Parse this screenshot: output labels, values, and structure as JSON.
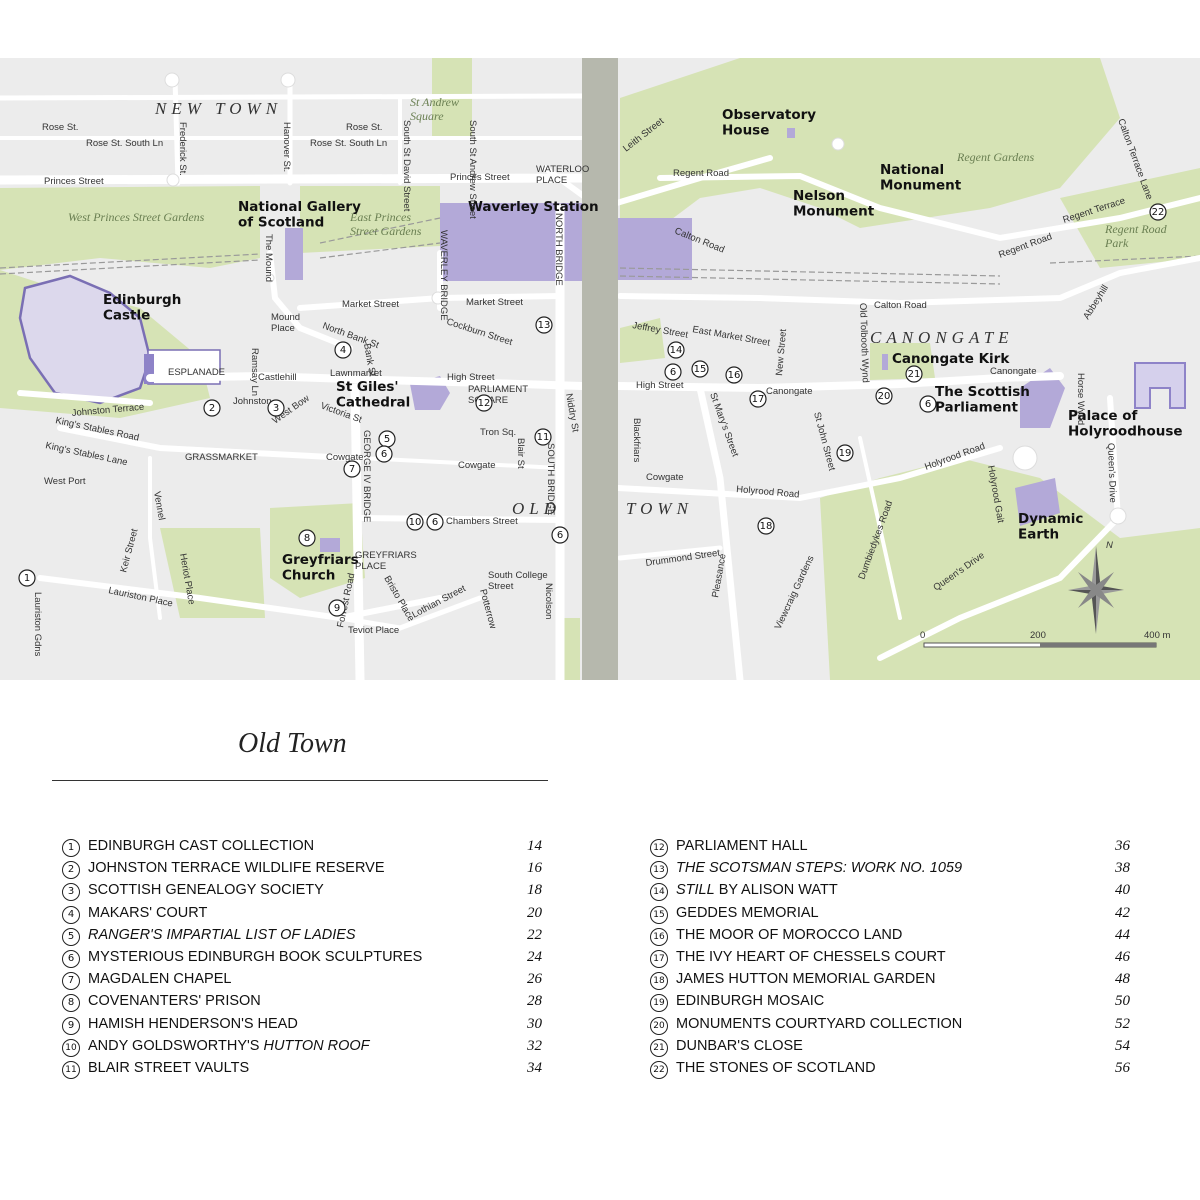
{
  "map": {
    "districts": [
      "NEW TOWN",
      "CANONGATE",
      "OLD",
      "TOWN"
    ],
    "parks": [
      "St Andrew Square",
      "West Princes Street Gardens",
      "East Princes Street Gardens",
      "Regent Gardens",
      "Regent Road Park"
    ],
    "landmarks": [
      "National Gallery of Scotland",
      "Waverley Station",
      "Edinburgh Castle",
      "St Giles' Cathedral",
      "Greyfriars Church",
      "Observatory House",
      "National Monument",
      "Nelson Monument",
      "Canongate Kirk",
      "The Scottish Parliament",
      "Palace of Holyroodhouse",
      "Dynamic Earth"
    ],
    "streets": [
      "Rose St.",
      "Rose St. South Ln",
      "Frederick St.",
      "Hanover St.",
      "South St David Street",
      "South St Andrew Street",
      "Princes Street",
      "WATERLOO PLACE",
      "The Mound",
      "WAVERLEY BRIDGE",
      "NORTH BRIDGE",
      "Market Street",
      "Cockburn Street",
      "ESPLANADE",
      "Castlehill",
      "Lawnmarket",
      "High Street",
      "Johnston Terrace",
      "Johnston",
      "West Bow",
      "Victoria St",
      "King's Stables Road",
      "King's Stables Lane",
      "GRASSMARKET",
      "West Port",
      "Cowgate",
      "GEORGE IV BRIDGE",
      "Chambers Street",
      "SOUTH BRIDGE",
      "Tron Sq.",
      "PARLIAMENT SQUARE",
      "GREYFRIARS PLACE",
      "Forrest Road",
      "Bristo Place",
      "Lothian Street",
      "Teviot Place",
      "Potterrow",
      "Nicolson",
      "South College Street",
      "Lauriston Place",
      "Heriot Place",
      "Keir Street",
      "Vennel",
      "Lauriston Gdns",
      "Mound Place",
      "North Bank St",
      "Bank St",
      "Ramsay Ln",
      "Blair St",
      "Niddry St",
      "Leith Street",
      "Regent Road",
      "Calton Road",
      "Regent Terrace",
      "Calton Terrace Lane",
      "Abbeyhill",
      "Jeffrey Street",
      "East Market Street",
      "New Street",
      "Old Tolbooth Wynd",
      "Canongate",
      "St Mary's Street",
      "Blackfriars",
      "St John Street",
      "Holyrood Road",
      "Horse Wynd",
      "Queen's Drive",
      "Holyrood Gait",
      "Drummond Street",
      "Pleasance",
      "Viewcraig Gardens",
      "Dumbiedykes Road",
      "Cowgate"
    ],
    "markers": [
      {
        "id": "1"
      },
      {
        "id": "2"
      },
      {
        "id": "3"
      },
      {
        "id": "4"
      },
      {
        "id": "5"
      },
      {
        "id": "6"
      },
      {
        "id": "7"
      },
      {
        "id": "8"
      },
      {
        "id": "9"
      },
      {
        "id": "10"
      },
      {
        "id": "11"
      },
      {
        "id": "12"
      },
      {
        "id": "13"
      },
      {
        "id": "14"
      },
      {
        "id": "15"
      },
      {
        "id": "16"
      },
      {
        "id": "17"
      },
      {
        "id": "18"
      },
      {
        "id": "19"
      },
      {
        "id": "20"
      },
      {
        "id": "21"
      },
      {
        "id": "22"
      }
    ],
    "scale": {
      "start": "0",
      "mid": "200",
      "end": "400 m"
    },
    "compass": "N",
    "colors": {
      "land": "#ececec",
      "park": "#d6e3b5",
      "building": "#b3a9d8",
      "road": "#ffffff",
      "gutter": "#b6b8ad"
    }
  },
  "section_title": "Old Town",
  "index": {
    "left": [
      {
        "num": "1",
        "label": "EDINBURGH CAST COLLECTION",
        "page": "14",
        "italic": false
      },
      {
        "num": "2",
        "label": "JOHNSTON TERRACE WILDLIFE RESERVE",
        "page": "16",
        "italic": false
      },
      {
        "num": "3",
        "label": "SCOTTISH GENEALOGY SOCIETY",
        "page": "18",
        "italic": false
      },
      {
        "num": "4",
        "label": "MAKARS' COURT",
        "page": "20",
        "italic": false
      },
      {
        "num": "5",
        "label": "RANGER'S IMPARTIAL LIST OF LADIES",
        "page": "22",
        "italic": true
      },
      {
        "num": "6",
        "label": "MYSTERIOUS EDINBURGH BOOK SCULPTURES",
        "page": "24",
        "italic": false
      },
      {
        "num": "7",
        "label": "MAGDALEN CHAPEL",
        "page": "26",
        "italic": false
      },
      {
        "num": "8",
        "label": "COVENANTERS' PRISON",
        "page": "28",
        "italic": false
      },
      {
        "num": "9",
        "label": "HAMISH HENDERSON'S HEAD",
        "page": "30",
        "italic": false
      },
      {
        "num": "10",
        "label": "ANDY GOLDSWORTHY'S",
        "label_italic": "HUTTON ROOF",
        "page": "32",
        "italic": false
      },
      {
        "num": "11",
        "label": "BLAIR STREET VAULTS",
        "page": "34",
        "italic": false
      }
    ],
    "right": [
      {
        "num": "12",
        "label": "PARLIAMENT HALL",
        "page": "36",
        "italic": false
      },
      {
        "num": "13",
        "label": "THE SCOTSMAN STEPS: WORK NO. 1059",
        "page": "38",
        "italic": true
      },
      {
        "num": "14",
        "label_italic": "STILL",
        "label": "BY ALISON WATT",
        "page": "40",
        "italic": false
      },
      {
        "num": "15",
        "label": "GEDDES MEMORIAL",
        "page": "42",
        "italic": false
      },
      {
        "num": "16",
        "label": "THE MOOR OF MOROCCO LAND",
        "page": "44",
        "italic": false
      },
      {
        "num": "17",
        "label": "THE IVY HEART OF CHESSELS COURT",
        "page": "46",
        "italic": false
      },
      {
        "num": "18",
        "label": "JAMES HUTTON MEMORIAL GARDEN",
        "page": "48",
        "italic": false
      },
      {
        "num": "19",
        "label": "EDINBURGH MOSAIC",
        "page": "50",
        "italic": false
      },
      {
        "num": "20",
        "label": "MONUMENTS COURTYARD COLLECTION",
        "page": "52",
        "italic": false
      },
      {
        "num": "21",
        "label": "DUNBAR'S CLOSE",
        "page": "54",
        "italic": false
      },
      {
        "num": "22",
        "label": "THE STONES OF SCOTLAND",
        "page": "56",
        "italic": false
      }
    ]
  }
}
